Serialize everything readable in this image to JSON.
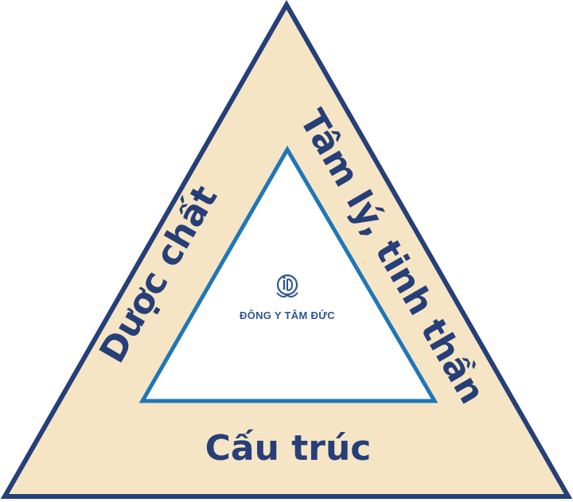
{
  "labels": {
    "left": "Dược chất",
    "right": "Tâm lý, tinh thần",
    "bottom": "Cấu trúc"
  },
  "center": {
    "brand_text": "ĐÔNG Y TÂM ĐỨC",
    "logo_icon": "dong-y-tam-duc-logo"
  },
  "colors": {
    "outer_fill": "#f5e5c5",
    "outer_stroke": "#263f78",
    "inner_fill": "#ffffff",
    "inner_stroke": "#1f77b8",
    "text": "#263f78",
    "brand": "#2e5599"
  }
}
